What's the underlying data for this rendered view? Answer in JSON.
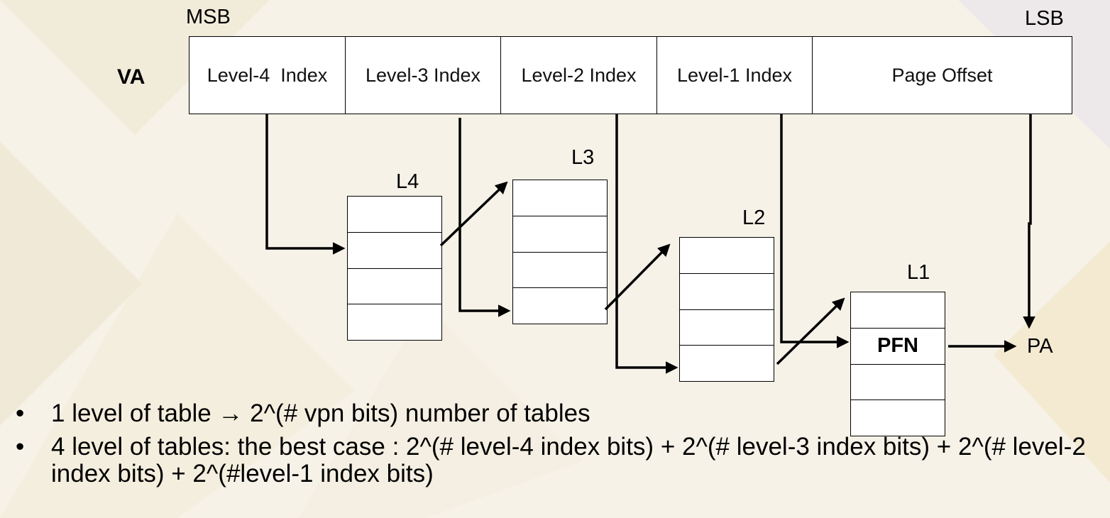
{
  "msb_label": "MSB",
  "lsb_label": "LSB",
  "va_label": "VA",
  "va_fields": [
    "Level-4  Index",
    "Level-3 Index",
    "Level-2 Index",
    "Level-1 Index",
    "Page Offset"
  ],
  "tables": {
    "l4": "L4",
    "l3": "L3",
    "l2": "L2",
    "l1": "L1"
  },
  "pfn_label": "PFN",
  "pa_label": "PA",
  "bullets": [
    {
      "marker": "•",
      "text": "1 level of table → 2^(# vpn bits) number of tables"
    },
    {
      "marker": "•",
      "text": "4 level of tables: the best case : 2^(# level-4 index bits) + 2^(# level-3 index bits) + 2^(# level-2 index bits) + 2^(#level-1 index bits)"
    }
  ]
}
